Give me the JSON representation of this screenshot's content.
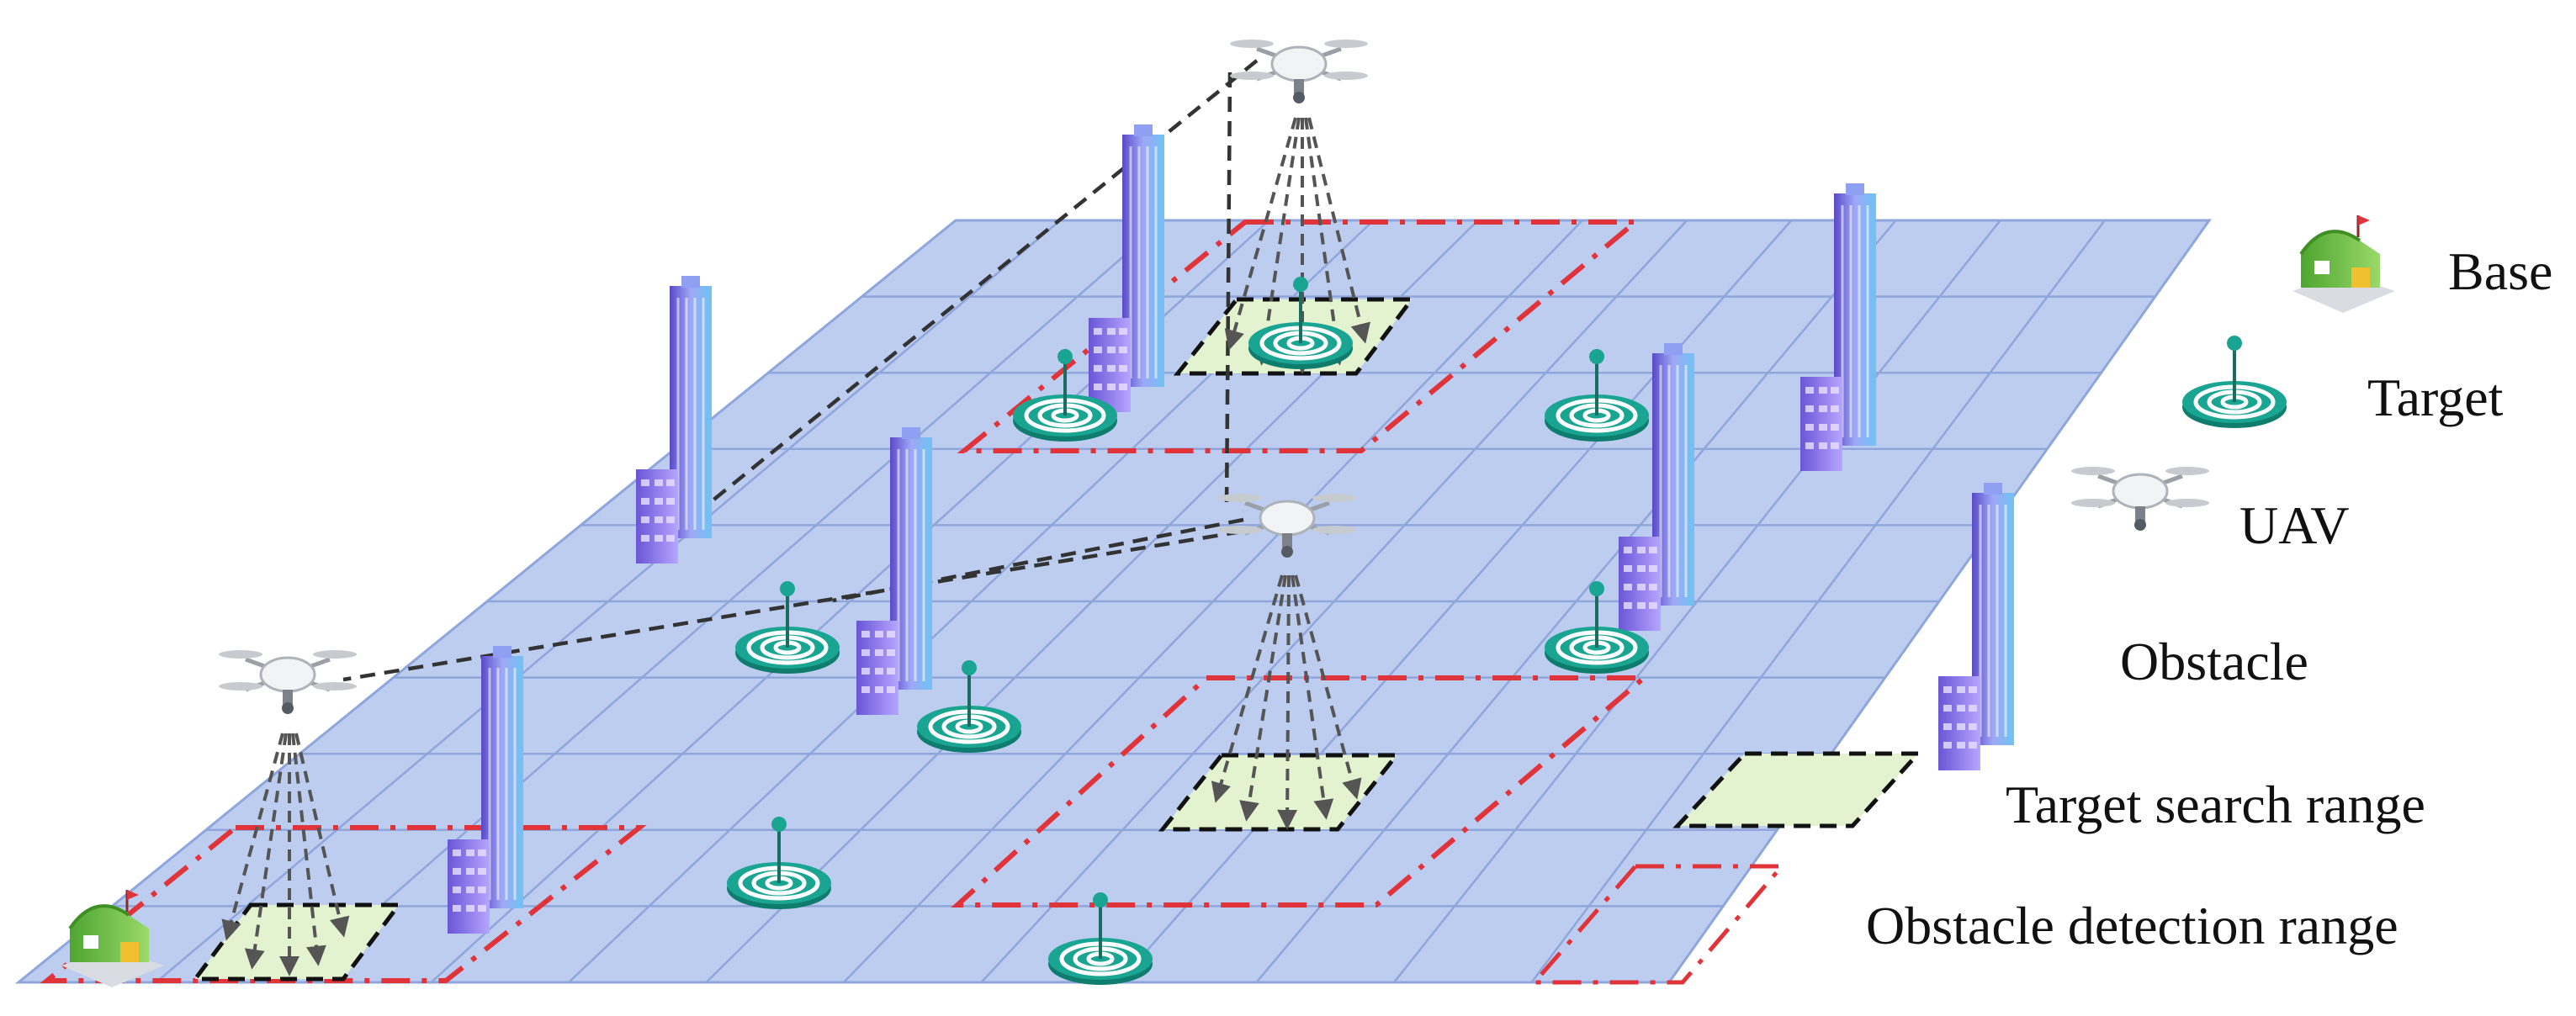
{
  "legend": {
    "base": "Base",
    "target": "Target",
    "uav": "UAV",
    "obstacle": "Obstacle",
    "target_search_range": "Target search range",
    "obstacle_detection_range": "Obstacle detection range"
  },
  "colors": {
    "grid_fill": "#bccdf0",
    "grid_line": "#8ea6dc",
    "search_fill": "#e3f2cf",
    "search_border": "#111111",
    "obstacle_range": "#e0343a",
    "target_teal": "#1aa592",
    "building_purple": "#8d76ee",
    "base_green": "#72c43f",
    "link_dash": "#333333",
    "arrow_gray": "#555555"
  },
  "icons": {
    "base": "house-icon",
    "target": "target-icon",
    "uav": "drone-icon",
    "obstacle": "building-icon"
  }
}
